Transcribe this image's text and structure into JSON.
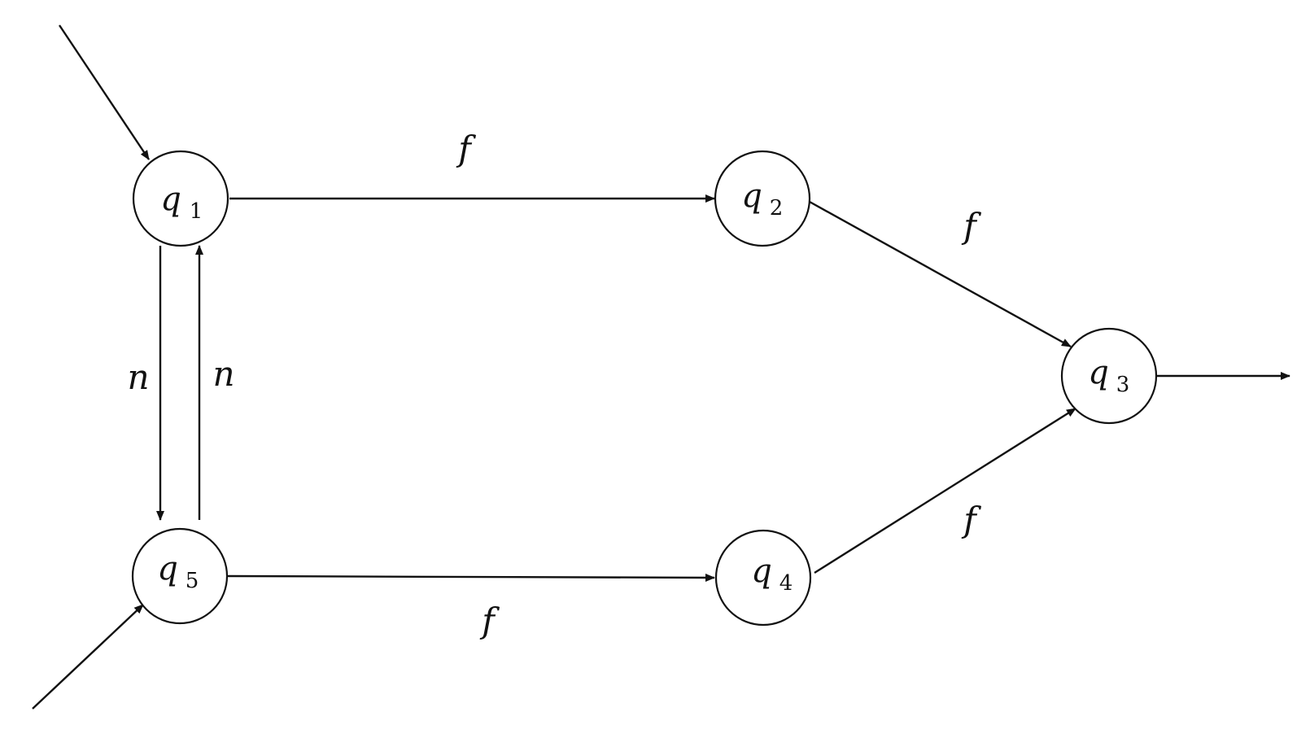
{
  "diagram": {
    "type": "finite-automaton",
    "states": [
      {
        "id": "q1",
        "name": "q",
        "subscript": "1",
        "initial": true,
        "accepting": false
      },
      {
        "id": "q2",
        "name": "q",
        "subscript": "2",
        "initial": false,
        "accepting": false
      },
      {
        "id": "q3",
        "name": "q",
        "subscript": "3",
        "initial": false,
        "accepting": true
      },
      {
        "id": "q4",
        "name": "q",
        "subscript": "4",
        "initial": false,
        "accepting": false
      },
      {
        "id": "q5",
        "name": "q",
        "subscript": "5",
        "initial": true,
        "accepting": false
      }
    ],
    "transitions": [
      {
        "from": "q1",
        "to": "q2",
        "label": "f"
      },
      {
        "from": "q2",
        "to": "q3",
        "label": "f"
      },
      {
        "from": "q4",
        "to": "q3",
        "label": "f"
      },
      {
        "from": "q5",
        "to": "q4",
        "label": "f"
      },
      {
        "from": "q1",
        "to": "q5",
        "label": "n"
      },
      {
        "from": "q5",
        "to": "q1",
        "label": "n"
      }
    ]
  },
  "colors": {
    "ink": "#111111",
    "background": "#ffffff"
  }
}
